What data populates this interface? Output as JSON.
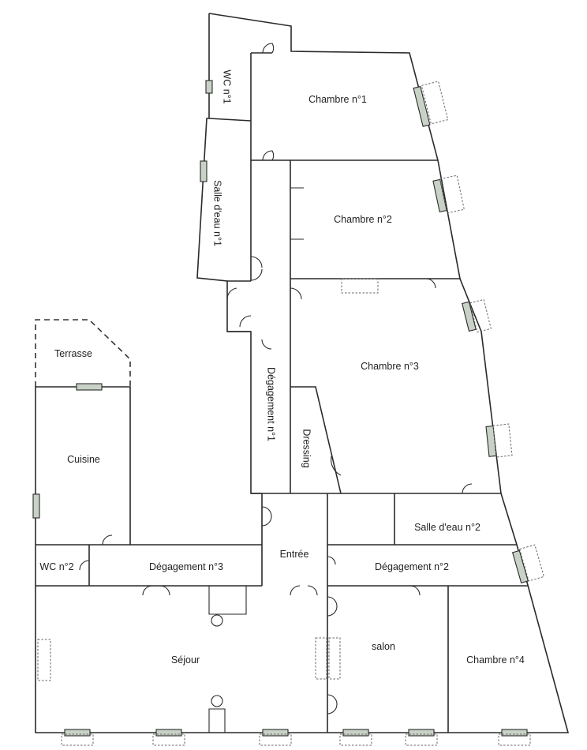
{
  "rooms": {
    "wc1": "WC n°1",
    "chambre1": "Chambre n°1",
    "salle_eau1": "Salle d'eau n°1",
    "chambre2": "Chambre n°2",
    "chambre3": "Chambre n°3",
    "terrasse": "Terrasse",
    "degagement1": "Dégagement n°1",
    "dressing": "Dressing",
    "cuisine": "Cuisine",
    "salle_eau2": "Salle d'eau n°2",
    "entree": "Entrée",
    "wc2": "WC n°2",
    "degagement3": "Dégagement n°3",
    "degagement2": "Dégagement n°2",
    "sejour": "Séjour",
    "salon": "salon",
    "chambre4": "Chambre n°4"
  }
}
